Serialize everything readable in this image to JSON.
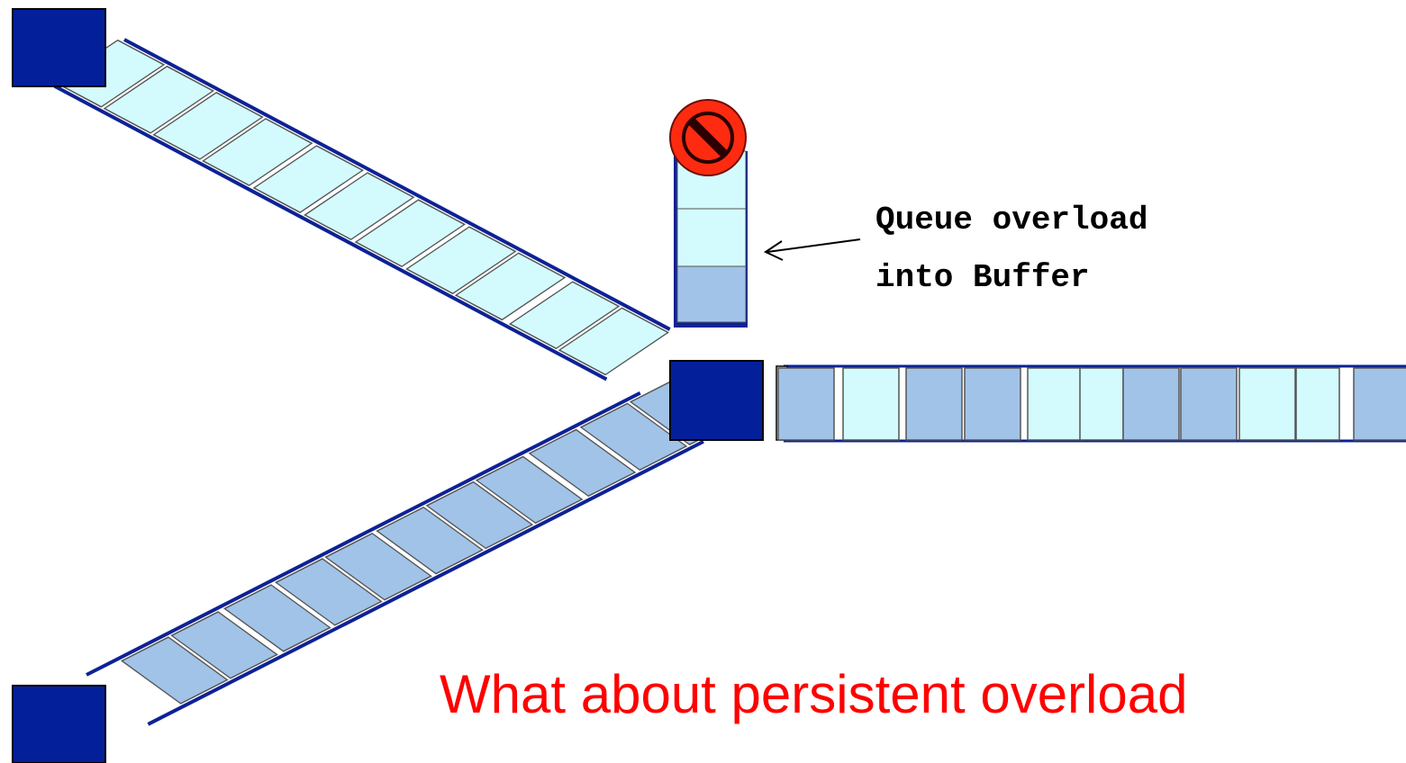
{
  "colors": {
    "router": "#03209a",
    "router_stroke": "#000000",
    "rail": "#0d2296",
    "packet_light": "#d3fbfd",
    "packet_dark": "#a1c3e8",
    "packet_stroke": "#555555",
    "no_symbol_fill": "#ff2b10",
    "overload_text": "#ff0000"
  },
  "icons": {
    "no_entry": "no-entry-icon",
    "arrow": "arrow-icon"
  },
  "annotation": {
    "line1": "Queue overload",
    "line2": "into Buffer"
  },
  "caption": "What about persistent overload"
}
